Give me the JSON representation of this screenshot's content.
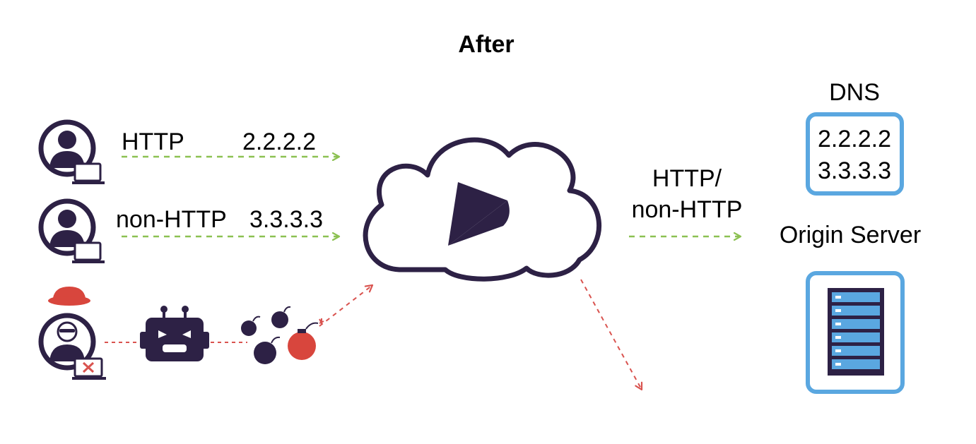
{
  "title": "After",
  "colors": {
    "navy": "#2d2145",
    "green_arrow": "#8cc152",
    "red_arrow": "#d9534f",
    "blue_box": "#5aa7e0",
    "hat_red": "#d8463d",
    "bomb_red": "#d8463d"
  },
  "clients": [
    {
      "protocol": "HTTP",
      "ip": "2.2.2.2",
      "icon": "user-laptop-icon"
    },
    {
      "protocol": "non-HTTP",
      "ip": "3.3.3.3",
      "icon": "user-laptop-icon"
    }
  ],
  "attacker": {
    "icons": [
      "hacker-hat-icon",
      "hacker-user-icon",
      "blocked-laptop-icon",
      "bot-icon",
      "bomb-icon"
    ]
  },
  "proxy": {
    "icon": "cloud-logo-icon"
  },
  "outbound_label": {
    "line1": "HTTP/",
    "line2": "non-HTTP"
  },
  "dns": {
    "label": "DNS",
    "records": [
      "2.2.2.2",
      "3.3.3.3"
    ]
  },
  "origin": {
    "label": "Origin Server",
    "icon": "server-rack-icon"
  }
}
